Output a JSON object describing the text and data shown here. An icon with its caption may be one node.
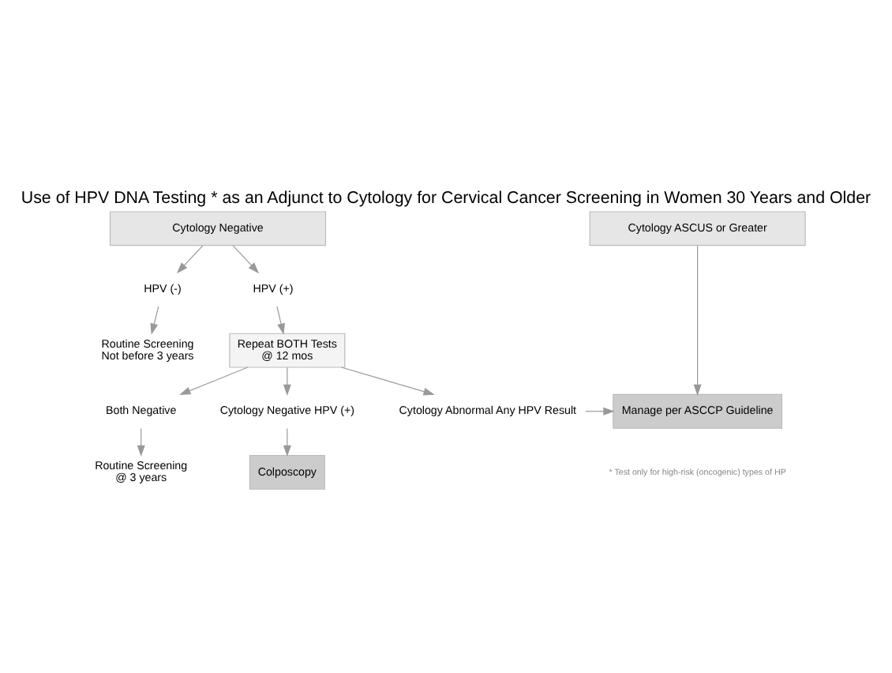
{
  "diagram": {
    "title": "Use of HPV DNA Testing * as an Adjunct to Cytology for Cervical Cancer Screening in Women 30 Years and Older",
    "nodes": [
      {
        "text": [
          "Cytology Negative"
        ]
      },
      {
        "text": [
          "Cytology ASCUS or Greater"
        ]
      },
      {
        "text": [
          "HPV (-)"
        ]
      },
      {
        "text": [
          "HPV (+)"
        ]
      },
      {
        "text": [
          "Routine Screening",
          "Not before 3 years"
        ]
      },
      {
        "text": [
          "Repeat BOTH Tests",
          "@ 12 mos"
        ]
      },
      {
        "text": [
          "Both Negative"
        ]
      },
      {
        "text": [
          "Cytology Negative HPV (+)"
        ]
      },
      {
        "text": [
          "Cytology Abnormal Any HPV Result"
        ]
      },
      {
        "text": [
          "Manage per ASCCP Guideline"
        ]
      },
      {
        "text": [
          "Routine Screening",
          "@ 3 years"
        ]
      },
      {
        "text": [
          "Colposcopy"
        ]
      }
    ],
    "edges": [
      {
        "from": 0,
        "to": 2,
        "arrow": "to"
      },
      {
        "from": 0,
        "to": 3,
        "arrow": "to"
      },
      {
        "from": 2,
        "to": 4,
        "arrow": "to"
      },
      {
        "from": 3,
        "to": 5,
        "arrow": "to"
      },
      {
        "from": 5,
        "to": 6,
        "arrow": "to"
      },
      {
        "from": 5,
        "to": 7,
        "arrow": "to"
      },
      {
        "from": 5,
        "to": 8,
        "arrow": "to"
      },
      {
        "from": 8,
        "to": 9,
        "arrow": "to"
      },
      {
        "from": 1,
        "to": 9,
        "arrow": "to"
      },
      {
        "from": 6,
        "to": 10,
        "arrow": "to"
      },
      {
        "from": 7,
        "to": 11,
        "arrow": "to"
      }
    ],
    "labels": [
      "* Test only for high-risk (oncogenic) types of HP"
    ]
  }
}
